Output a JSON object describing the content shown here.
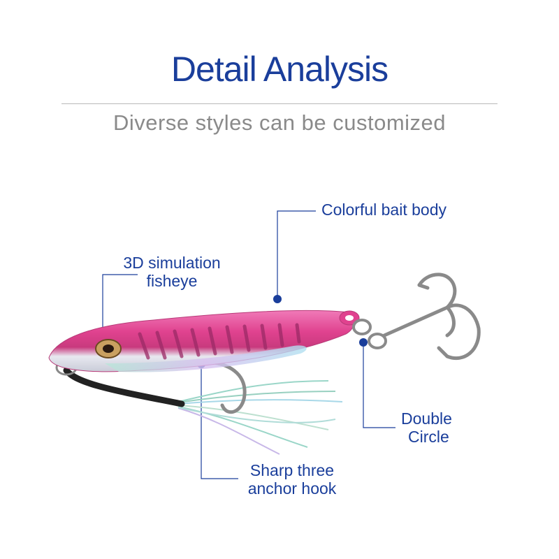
{
  "header": {
    "title": "Detail Analysis",
    "subtitle": "Diverse styles can be customized"
  },
  "callouts": {
    "bait_body": "Colorful bait body",
    "fisheye_line1": "3D simulation",
    "fisheye_line2": "fisheye",
    "double_line1": "Double",
    "double_line2": "Circle",
    "hook_line1": "Sharp three",
    "hook_line2": "anchor hook"
  },
  "colors": {
    "accent": "#1a3e9b",
    "lure_pink": "#e0428f",
    "metal": "#8a8a8a"
  }
}
